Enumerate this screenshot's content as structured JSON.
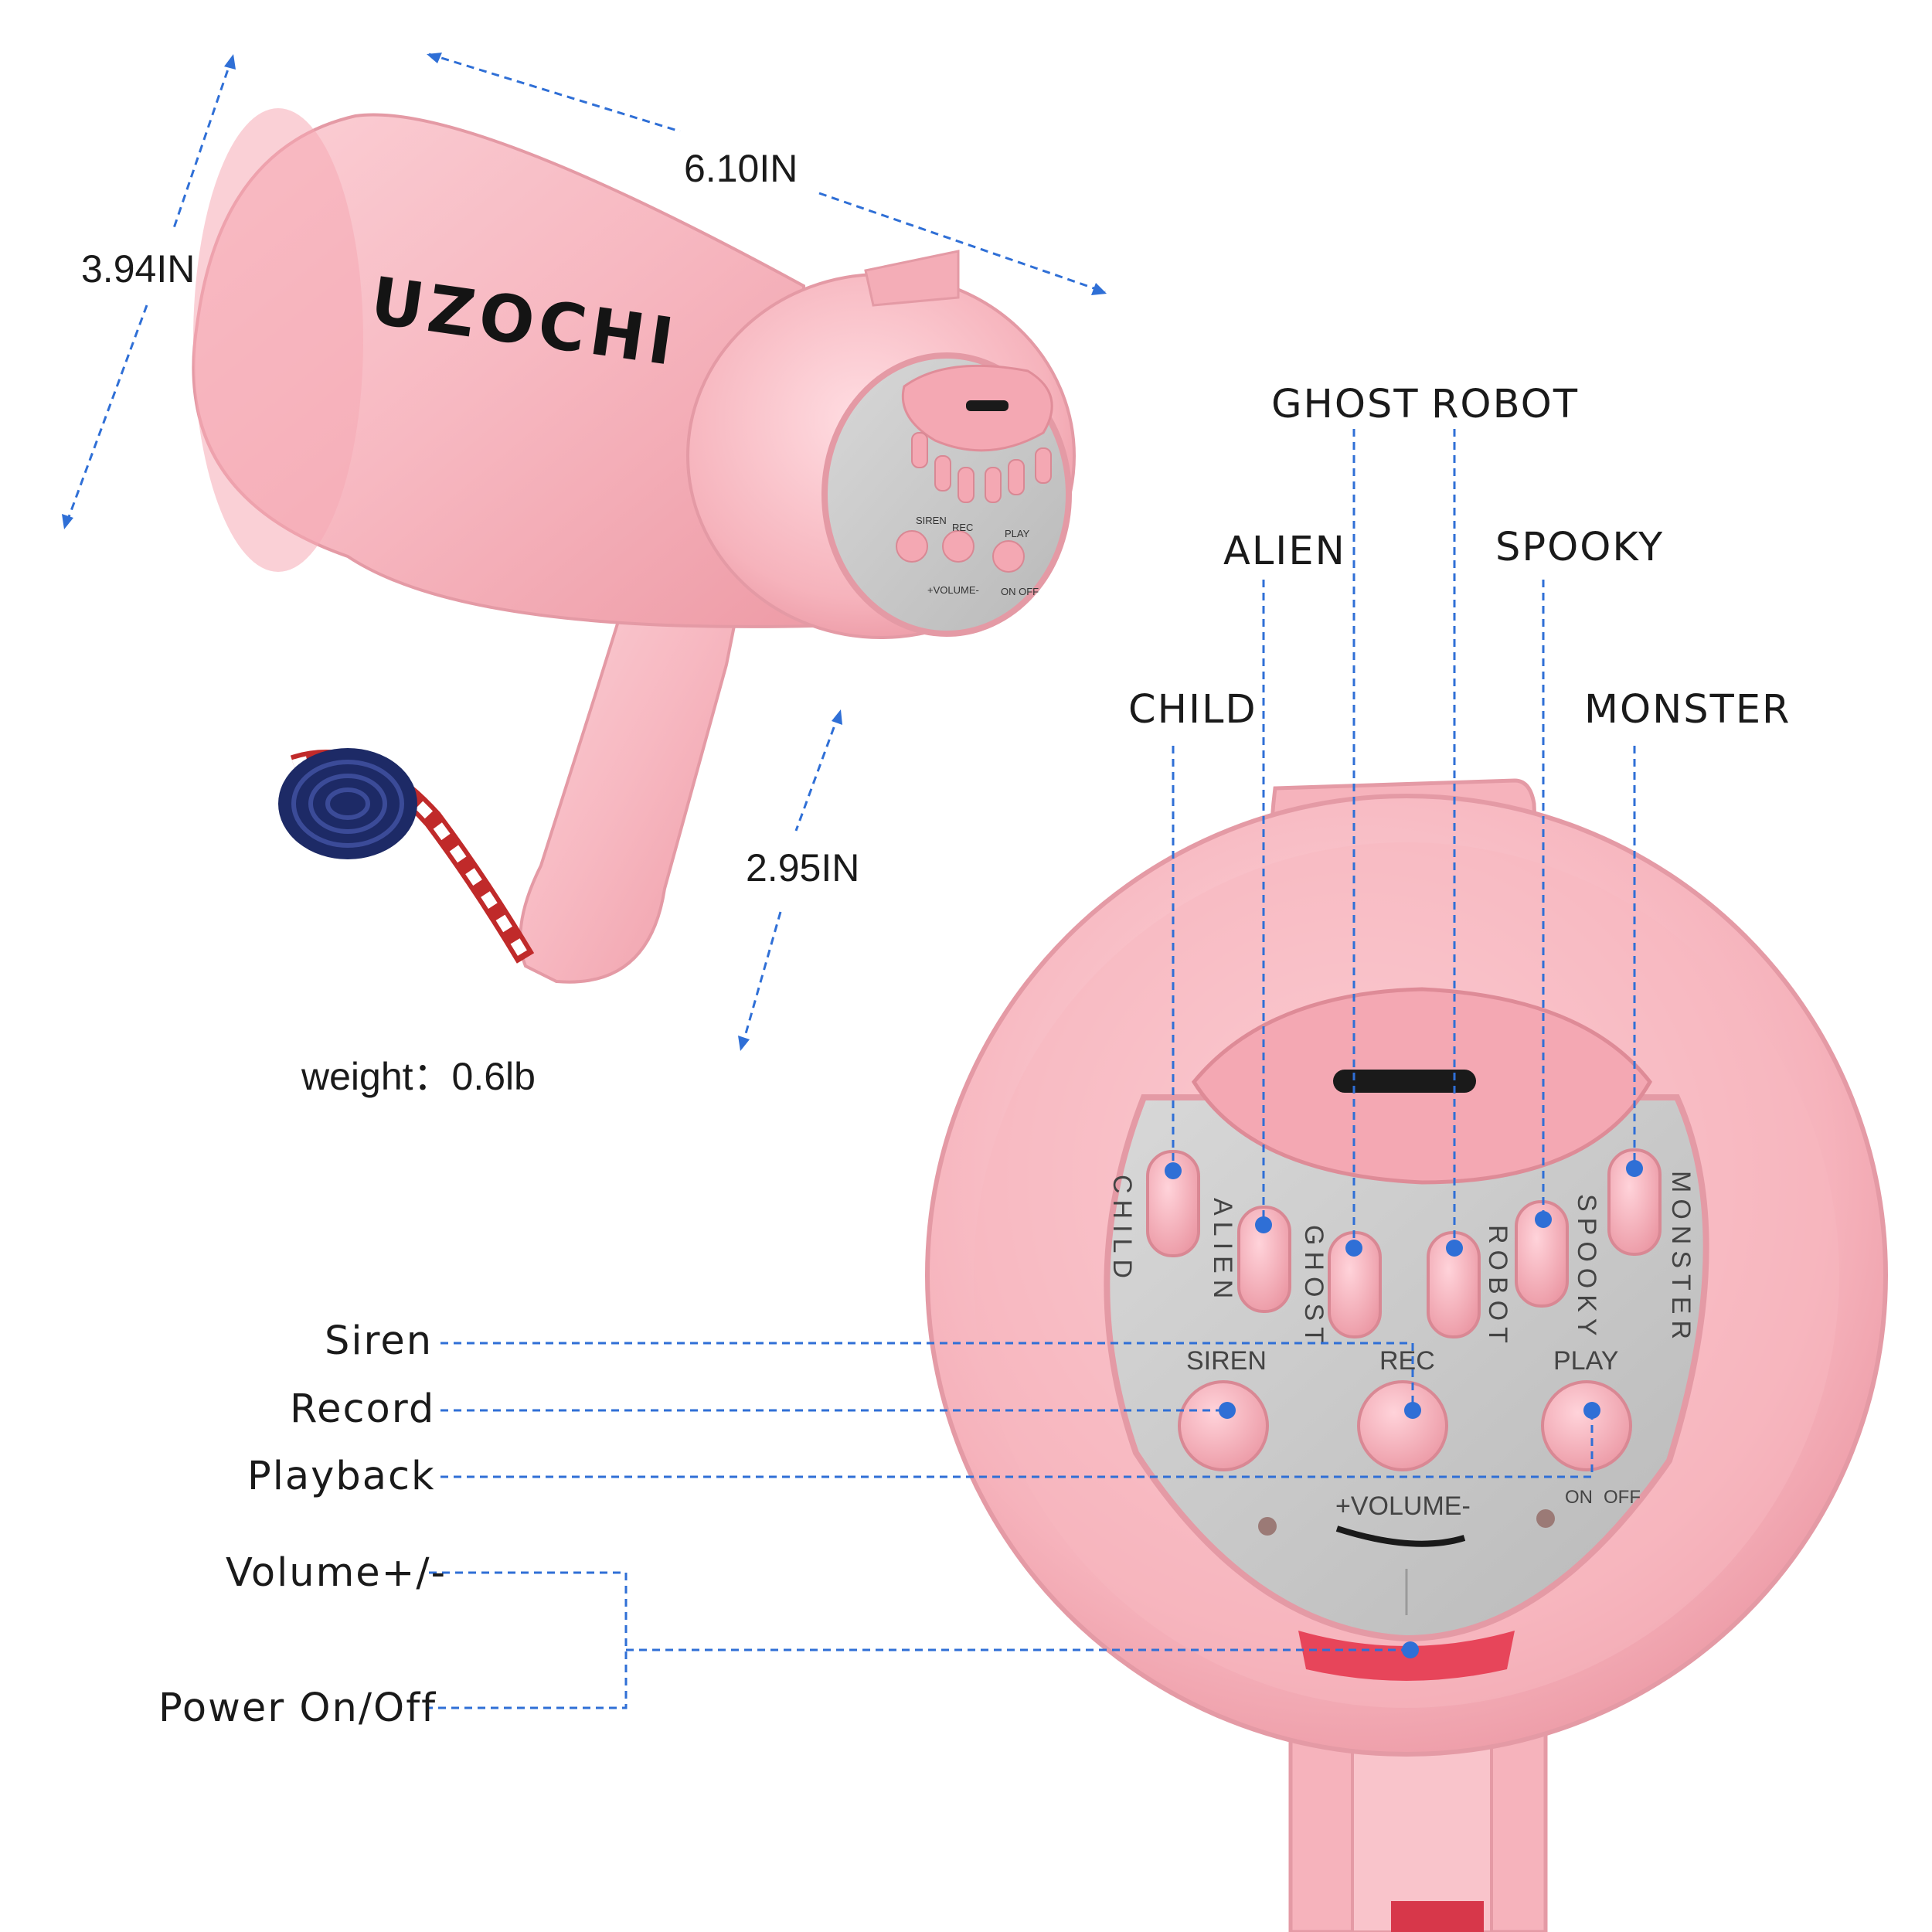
{
  "brand": "UZOCHI",
  "dimensions": {
    "length": "6.10IN",
    "height": "3.94IN",
    "handle": "2.95IN",
    "weight": "weight：0.6lb"
  },
  "callouts": {
    "ghost": "GHOST",
    "robot": "ROBOT",
    "alien": "ALIEN",
    "spooky": "SPOOKY",
    "child": "CHILD",
    "monster": "MONSTER",
    "siren": "Siren",
    "record": "Record",
    "playback": "Playback",
    "volume": "Volume+/-",
    "power": "Power On/Off"
  },
  "panel": {
    "child": "CHILD",
    "alien": "ALIEN",
    "ghost": "GHOST",
    "robot": "ROBOT",
    "spooky": "SPOOKY",
    "monster": "MONSTER",
    "siren": "SIREN",
    "rec": "REC",
    "play": "PLAY",
    "volume": "+VOLUME-",
    "on": "ON",
    "off": "OFF"
  },
  "colors": {
    "body": "#f6b3bc",
    "body_dark": "#e9939f",
    "panel": "#c9c9c9",
    "guide": "#2f6fd6"
  }
}
